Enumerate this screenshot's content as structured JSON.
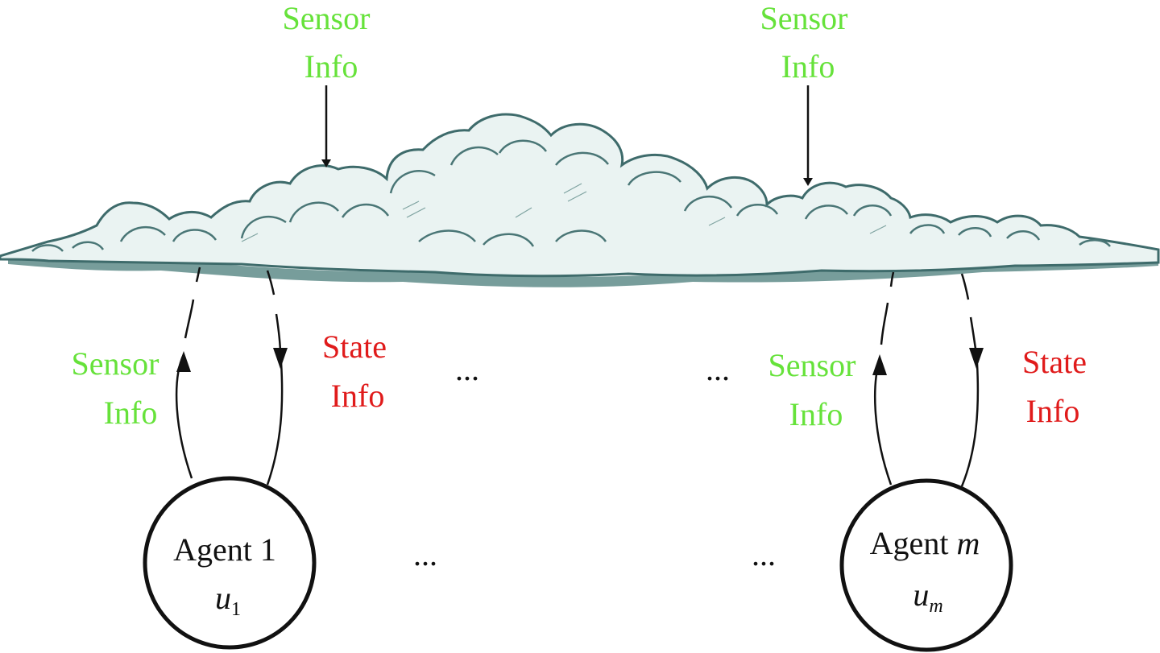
{
  "colors": {
    "sensor": "#66e23a",
    "state": "#e01b1b",
    "line": "#111111",
    "cloud_fill": "#e9f2f1",
    "cloud_stroke": "#3e6b6b",
    "cloud_shadow": "#5f8c8a"
  },
  "top_sensors": [
    {
      "line1": "Sensor",
      "line2": "Info"
    },
    {
      "line1": "Sensor",
      "line2": "Info"
    }
  ],
  "links": [
    {
      "sensor_line1": "Sensor",
      "sensor_line2": "Info",
      "state_line1": "State",
      "state_line2": "Info"
    },
    {
      "sensor_line1": "Sensor",
      "sensor_line2": "Info",
      "state_line1": "State",
      "state_line2": "Info"
    }
  ],
  "agents": [
    {
      "name": "Agent 1",
      "var": "u",
      "sub": "1"
    },
    {
      "name_prefix": "Agent ",
      "name_var": "m",
      "var": "u",
      "sub": "m"
    }
  ],
  "ellipses": [
    "...",
    "...",
    "...",
    "..."
  ]
}
